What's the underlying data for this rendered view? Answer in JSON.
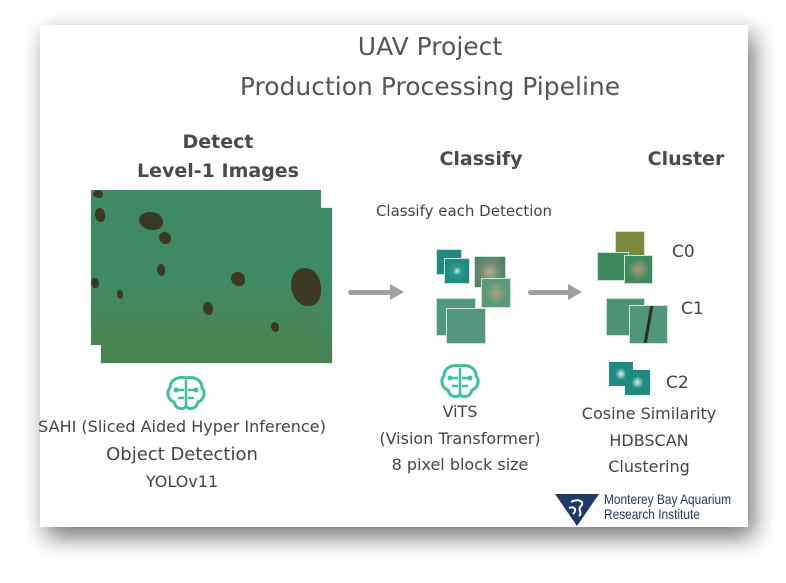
{
  "title": {
    "line1": "UAV Project",
    "line2": "Production Processing Pipeline"
  },
  "detect": {
    "heading1": "Detect",
    "heading2": "Level-1 Images",
    "desc1": "SAHI (Sliced Aided Hyper Inference)",
    "desc2": "Object Detection",
    "desc3": "YOLOv11",
    "icon": "brain-circuit-icon"
  },
  "classify": {
    "heading": "Classify",
    "subtitle": "Classify each Detection",
    "desc1": "ViTS",
    "desc2": "(Vision Transformer)",
    "desc3": "8 pixel block size",
    "icon": "brain-circuit-icon"
  },
  "cluster": {
    "heading": "Cluster",
    "labels": [
      "C0",
      "C1",
      "C2"
    ],
    "desc1": "Cosine Similarity",
    "desc2": "HDBSCAN",
    "desc3": "Clustering"
  },
  "logo": {
    "line1": "Monterey Bay Aquarium",
    "line2": "Research Institute"
  },
  "colors": {
    "icon": "#3dbf9a",
    "arrow": "#a0a0a0",
    "logo": "#1f3a68"
  }
}
